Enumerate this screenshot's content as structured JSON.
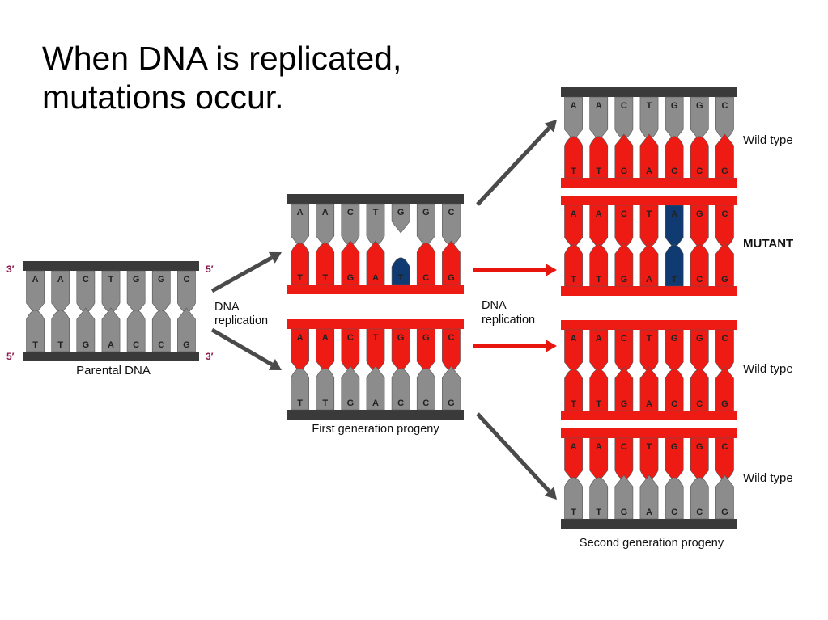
{
  "title": {
    "line1": "When DNA is replicated,",
    "line2": "mutations occur."
  },
  "colors": {
    "backbone": "#3a3a3a",
    "parental_base": "#8c8c8c",
    "new_base": "#ee1b14",
    "new_backbone": "#ee1b14",
    "mutation": "#103a72",
    "arrow_gray": "#4a4a4a",
    "arrow_red": "#e8140e",
    "prime_label": "#8b1a4a"
  },
  "labels": {
    "parental": "Parental DNA",
    "replication_1": [
      "DNA",
      "replication"
    ],
    "replication_2": [
      "DNA",
      "replication"
    ],
    "first_gen": "First generation progeny",
    "second_gen": "Second generation progeny",
    "prime_3_top": "3′",
    "prime_5_top": "5′",
    "prime_5_bottom": "5′",
    "prime_3_bottom": "3′"
  },
  "molecules": [
    {
      "id": "parental",
      "top": [
        "A",
        "A",
        "C",
        "T",
        "G",
        "G",
        "C"
      ],
      "bottom": [
        "T",
        "T",
        "G",
        "A",
        "C",
        "C",
        "G"
      ],
      "top_new": false,
      "bottom_new": false,
      "mutant_index": null
    },
    {
      "id": "gen1-upper",
      "top": [
        "A",
        "A",
        "C",
        "T",
        "G",
        "G",
        "C"
      ],
      "bottom": [
        "T",
        "T",
        "G",
        "A",
        "T",
        "C",
        "G"
      ],
      "top_new": false,
      "bottom_new": true,
      "mutant_index": 4,
      "mismatch": true
    },
    {
      "id": "gen1-lower",
      "top": [
        "A",
        "A",
        "C",
        "T",
        "G",
        "G",
        "C"
      ],
      "bottom": [
        "T",
        "T",
        "G",
        "A",
        "C",
        "C",
        "G"
      ],
      "top_new": true,
      "bottom_new": false,
      "mutant_index": null
    },
    {
      "id": "gen2-1",
      "top": [
        "A",
        "A",
        "C",
        "T",
        "G",
        "G",
        "C"
      ],
      "bottom": [
        "T",
        "T",
        "G",
        "A",
        "C",
        "C",
        "G"
      ],
      "top_new": false,
      "bottom_new": true,
      "mutant_index": null,
      "label": "Wild type"
    },
    {
      "id": "gen2-2",
      "top": [
        "A",
        "A",
        "C",
        "T",
        "A",
        "G",
        "C"
      ],
      "bottom": [
        "T",
        "T",
        "G",
        "A",
        "T",
        "C",
        "G"
      ],
      "top_new": true,
      "bottom_new": true,
      "mutant_index": 4,
      "label": "MUTANT"
    },
    {
      "id": "gen2-3",
      "top": [
        "A",
        "A",
        "C",
        "T",
        "G",
        "G",
        "C"
      ],
      "bottom": [
        "T",
        "T",
        "G",
        "A",
        "C",
        "C",
        "G"
      ],
      "top_new": true,
      "bottom_new": true,
      "mutant_index": null,
      "label": "Wild type"
    },
    {
      "id": "gen2-4",
      "top": [
        "A",
        "A",
        "C",
        "T",
        "G",
        "G",
        "C"
      ],
      "bottom": [
        "T",
        "T",
        "G",
        "A",
        "C",
        "C",
        "G"
      ],
      "top_new": true,
      "bottom_new": false,
      "mutant_index": null,
      "label": "Wild type"
    }
  ]
}
